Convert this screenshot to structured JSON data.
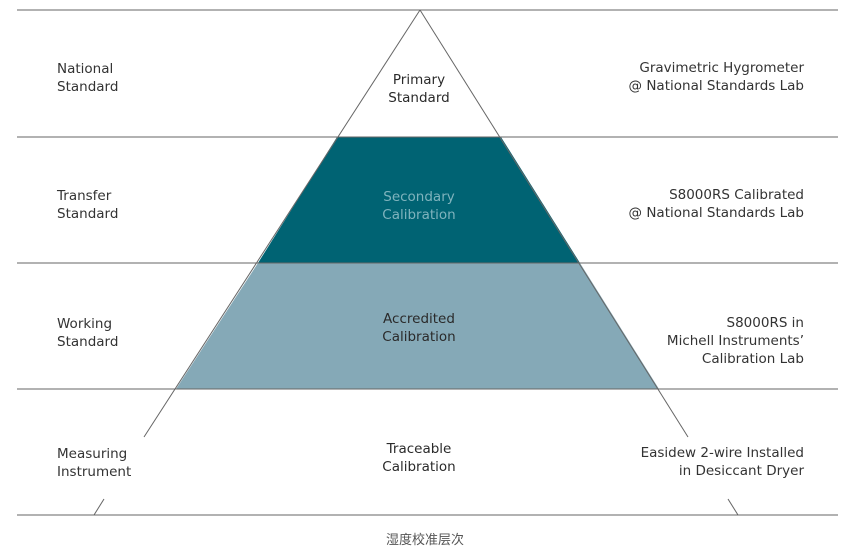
{
  "colors": {
    "secondary_fill": "#006373",
    "accredited_fill": "#85a9b7",
    "lines": "#666666",
    "secondary_text": "#7fb3bd"
  },
  "levels": [
    {
      "left": "National\nStandard",
      "center": "Primary\nStandard",
      "right": "Gravimetric Hygrometer\n@ National Standards Lab"
    },
    {
      "left": "Transfer\nStandard",
      "center": "Secondary\nCalibration",
      "right": "S8000RS Calibrated\n@ National Standards Lab"
    },
    {
      "left": "Working\nStandard",
      "center": "Accredited\nCalibration",
      "right": "S8000RS in\nMichell Instruments’\nCalibration Lab"
    },
    {
      "left": "Measuring\nInstrument",
      "center": "Traceable\nCalibration",
      "right": "Easidew 2-wire Installed\nin Desiccant Dryer"
    }
  ],
  "caption": "湿度校准层次"
}
